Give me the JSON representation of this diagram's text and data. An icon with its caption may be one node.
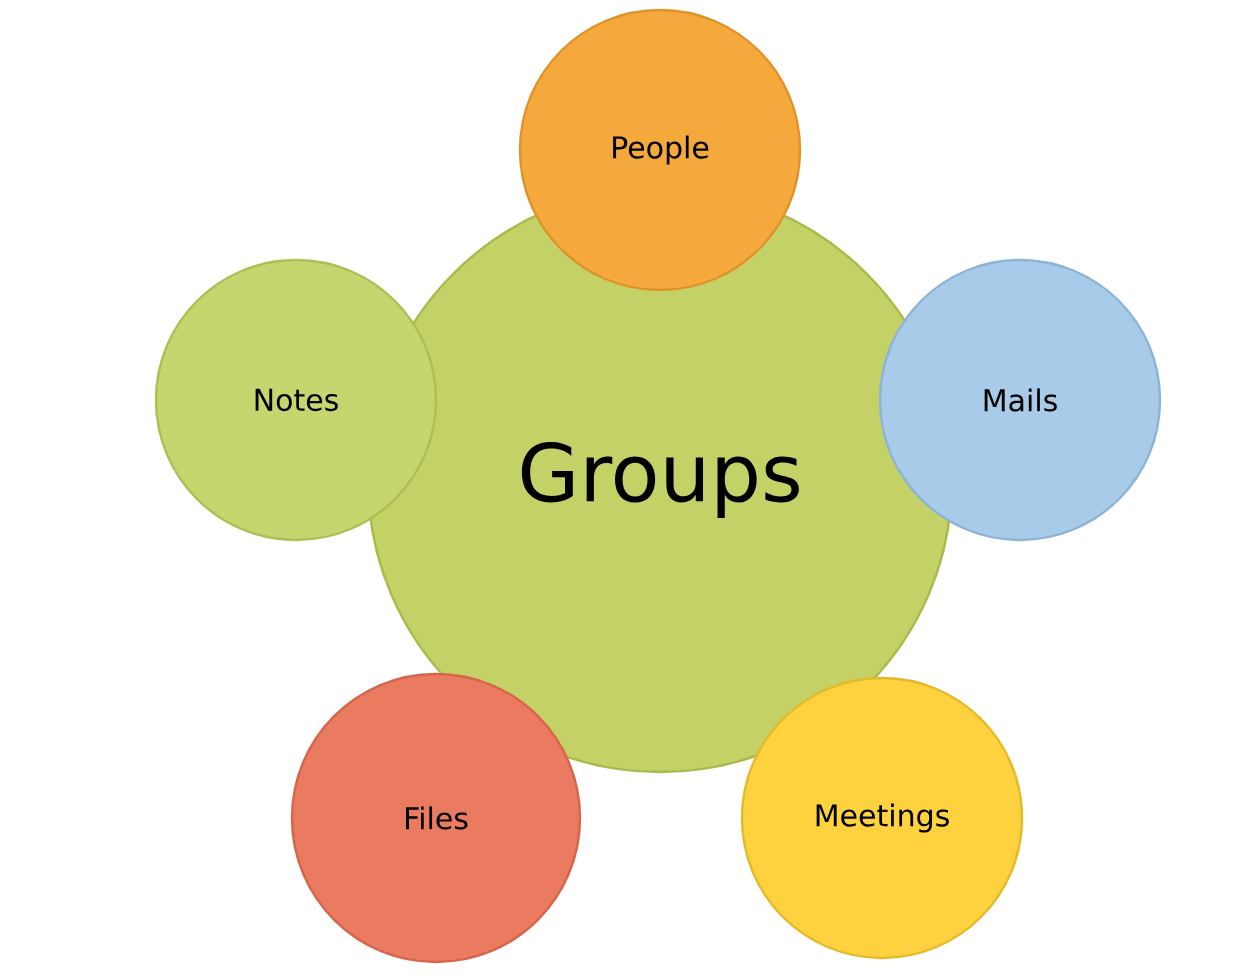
{
  "diagram": {
    "nodes": [
      {
        "text": [
          "Groups"
        ]
      },
      {
        "text": [
          "People"
        ]
      },
      {
        "text": [
          "Mails"
        ]
      },
      {
        "text": [
          "Meetings"
        ]
      },
      {
        "text": [
          "Files"
        ]
      },
      {
        "text": [
          "Notes"
        ]
      }
    ]
  }
}
